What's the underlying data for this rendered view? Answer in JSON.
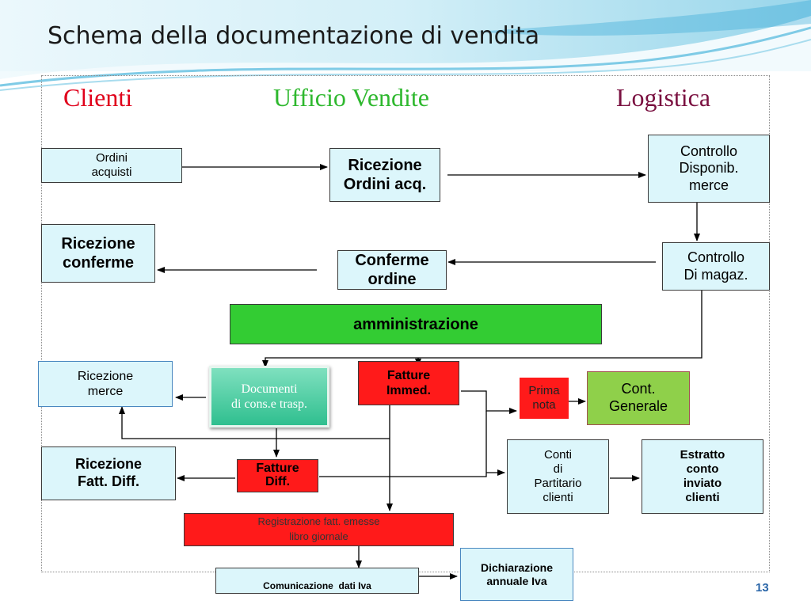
{
  "title": "Schema della documentazione di vendita",
  "columns": {
    "clienti": "Clienti",
    "ufficio_vendite": "Ufficio Vendite",
    "logistica": "Logistica"
  },
  "boxes": {
    "ordini_acquisti": [
      "Ordini",
      "acquisti"
    ],
    "ricezione_ordini": [
      "Ricezione",
      "Ordini acq."
    ],
    "controllo_disponib": [
      "Controllo",
      "Disponib.",
      "merce"
    ],
    "ricezione_conferme": [
      "Ricezione",
      "conferme"
    ],
    "conferme_ordine": [
      "Conferme",
      "ordine"
    ],
    "controllo_magaz": [
      "Controllo",
      "Di magaz."
    ],
    "amministrazione": "amministrazione",
    "ricezione_merce": [
      "Ricezione",
      "merce"
    ],
    "documenti": [
      "Documenti",
      "di cons.e trasp."
    ],
    "fatture_immed": [
      "Fatture",
      "Immed."
    ],
    "prima_nota": [
      "Prima",
      "nota"
    ],
    "cont_generale": [
      "Cont.",
      "Generale"
    ],
    "ricezione_fatt_diff": [
      "Ricezione",
      "Fatt. Diff."
    ],
    "fatture_diff": [
      "Fatture",
      "Diff."
    ],
    "conti_partitario": [
      "Conti",
      "di",
      "Partitario",
      "clienti"
    ],
    "estratto_conto": [
      "Estratto",
      "conto",
      "inviato",
      "clienti"
    ],
    "registrazione": [
      "Registrazione fatt. emesse",
      "libro giornale"
    ],
    "dichiarazione": [
      "Dichiarazione",
      "annuale Iva"
    ],
    "comunicazione": "Comunicazione  dati Iva"
  },
  "page_number": "13",
  "colors": {
    "clienti": "#e0001b",
    "ufficio_vendite": "#2eb82e",
    "logistica": "#7a1040",
    "light_box": "#dcf6fb",
    "red_box": "#ff1a1a",
    "green_box": "#33cc33",
    "olive_box": "#8fd04a",
    "documenti_box": "#2fbf8f"
  }
}
